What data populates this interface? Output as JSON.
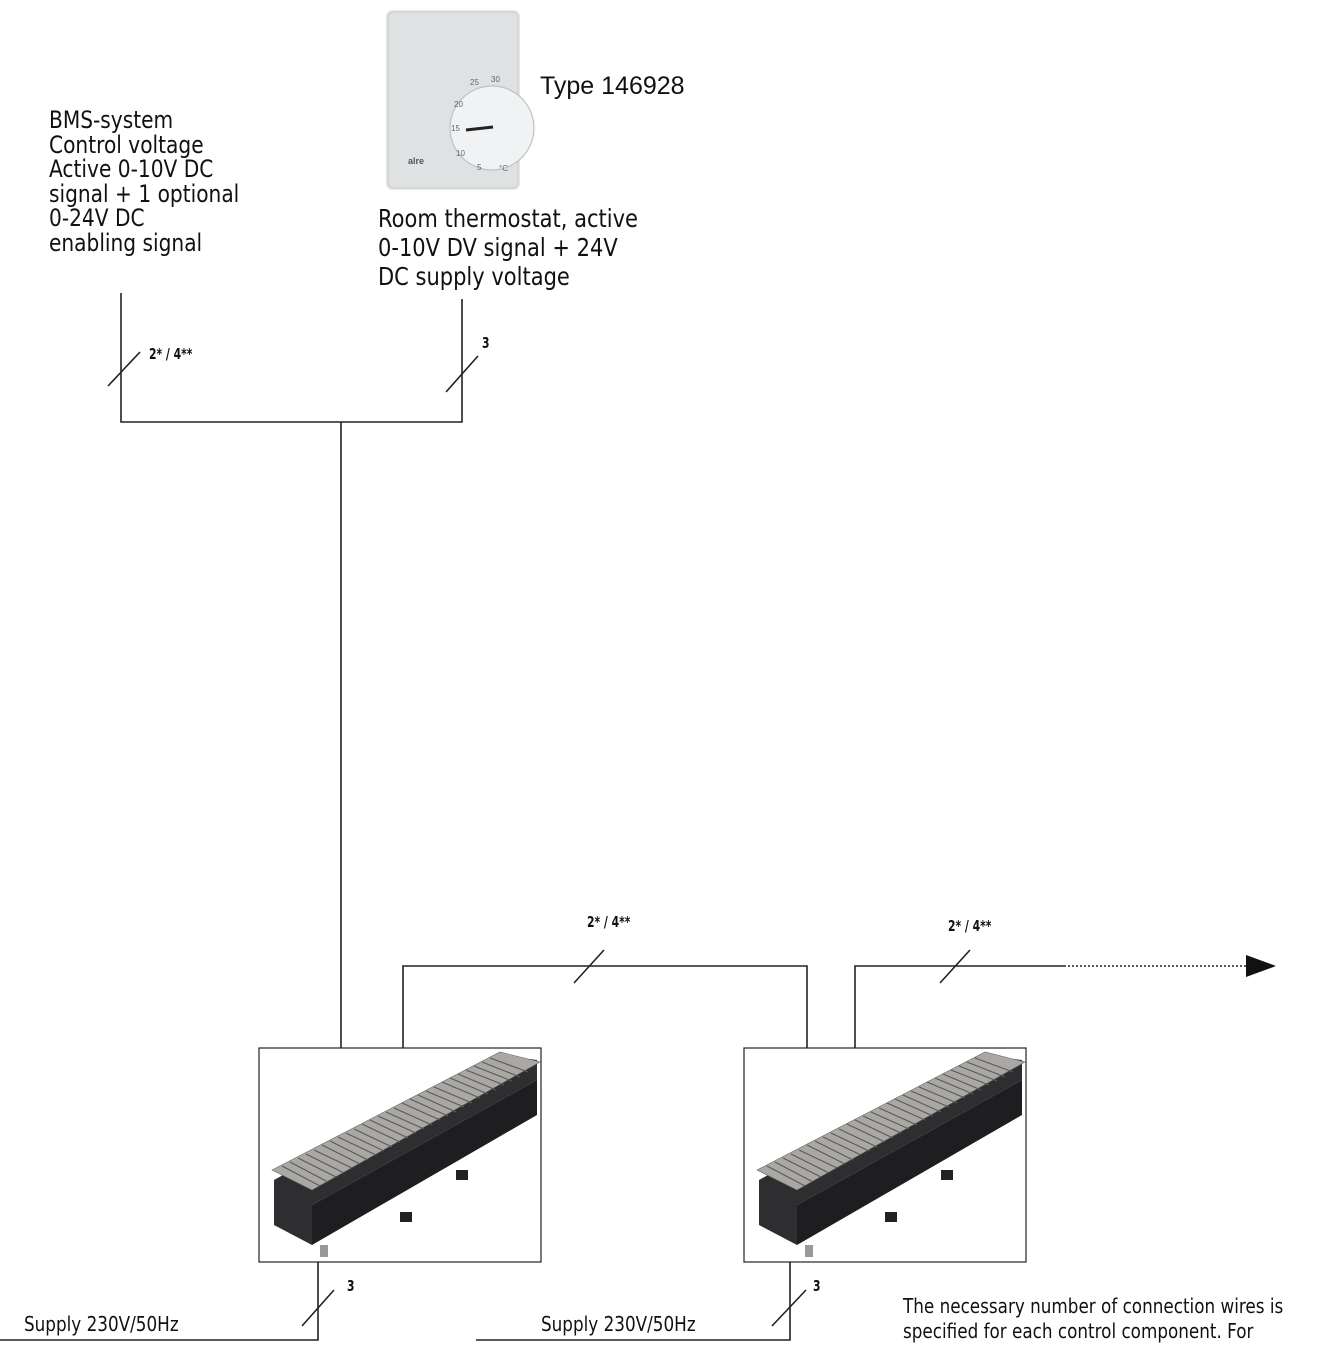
{
  "thermostat": {
    "type_label": "Type 146928",
    "brand": "alre",
    "dial_ticks": [
      "25",
      "30",
      "20",
      "15",
      "10",
      "5",
      "°C"
    ]
  },
  "bms": {
    "lines": [
      "BMS-system",
      "Control voltage",
      "Active 0-10V DC",
      "signal + 1 optional",
      "0-24V DC",
      "enabling signal"
    ]
  },
  "room_thermostat": {
    "lines": [
      "Room thermostat, active",
      "0-10V DV signal + 24V",
      "DC supply voltage"
    ]
  },
  "wires": {
    "bms_count": "2* / 4**",
    "thermostat_count": "3",
    "link_1_count": "2* / 4**",
    "link_2_count": "2* / 4**",
    "supply_1_count": "3",
    "supply_2_count": "3"
  },
  "supply": {
    "label_1": "Supply 230V/50Hz",
    "label_2": "Supply 230V/50Hz"
  },
  "note": "The necessary number of connection wires is specified for each control component. For"
}
